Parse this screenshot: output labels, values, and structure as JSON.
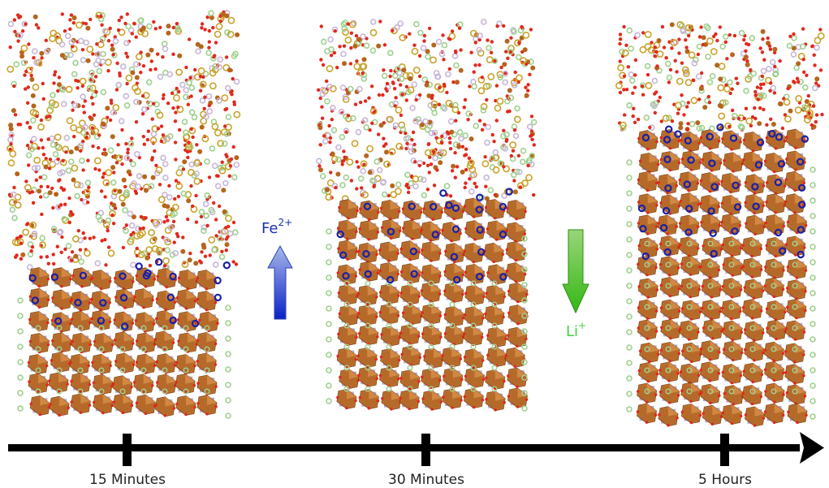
{
  "timeline": {
    "labels": [
      "15 Minutes",
      "30 Minutes",
      "5 Hours"
    ]
  },
  "fe_ion": {
    "base": "Fe",
    "charge": "2+",
    "color": "#1b2fb3",
    "direction": "up"
  },
  "li_ion": {
    "base": "Li",
    "charge": "+",
    "color": "#3fd63a",
    "direction": "down"
  },
  "colors": {
    "crystal_brown": "#b5651d",
    "crystal_light": "#d89049",
    "crystal_dark": "#7a3e10",
    "inner_face": "#a99bc4",
    "oxygen": "#e0291c",
    "lithium": "#9fd08f",
    "iron_blue": "#1a20a8",
    "sulfur": "#c9a22a",
    "fluorine": "#c8b6d8",
    "axis": "#000000"
  },
  "icons": [
    "crystal-slab",
    "electrolyte-cloud",
    "timeline-arrow",
    "ion-arrow"
  ]
}
